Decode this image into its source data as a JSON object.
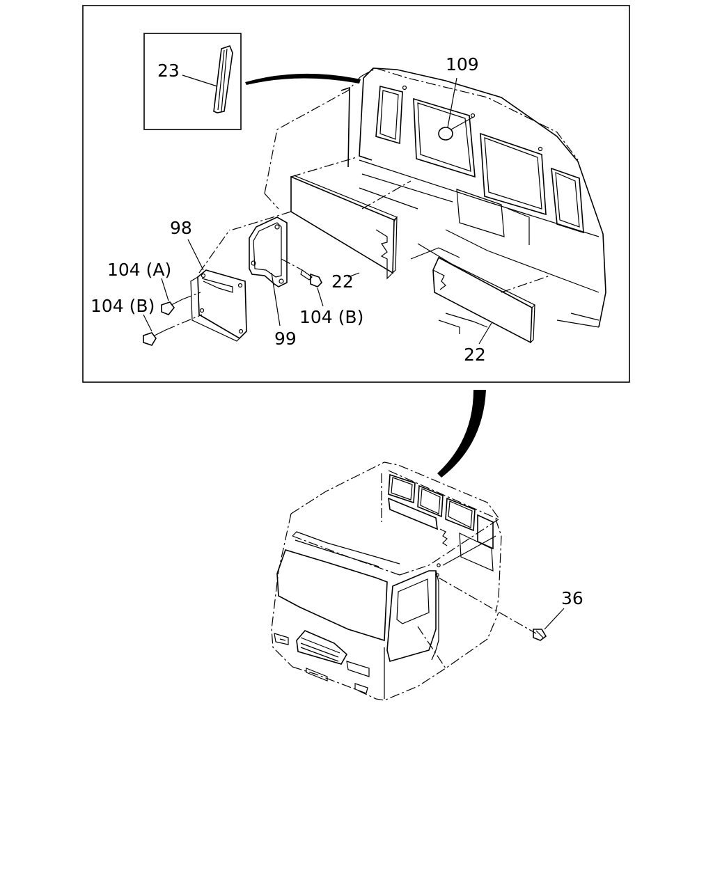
{
  "labels": {
    "p23": "23",
    "p109": "109",
    "p98": "98",
    "p104a": "104 (A)",
    "p104b_left": "104 (B)",
    "p104b_right": "104 (B)",
    "p99": "99",
    "p22_upper": "22",
    "p22_lower": "22",
    "p36": "36"
  }
}
